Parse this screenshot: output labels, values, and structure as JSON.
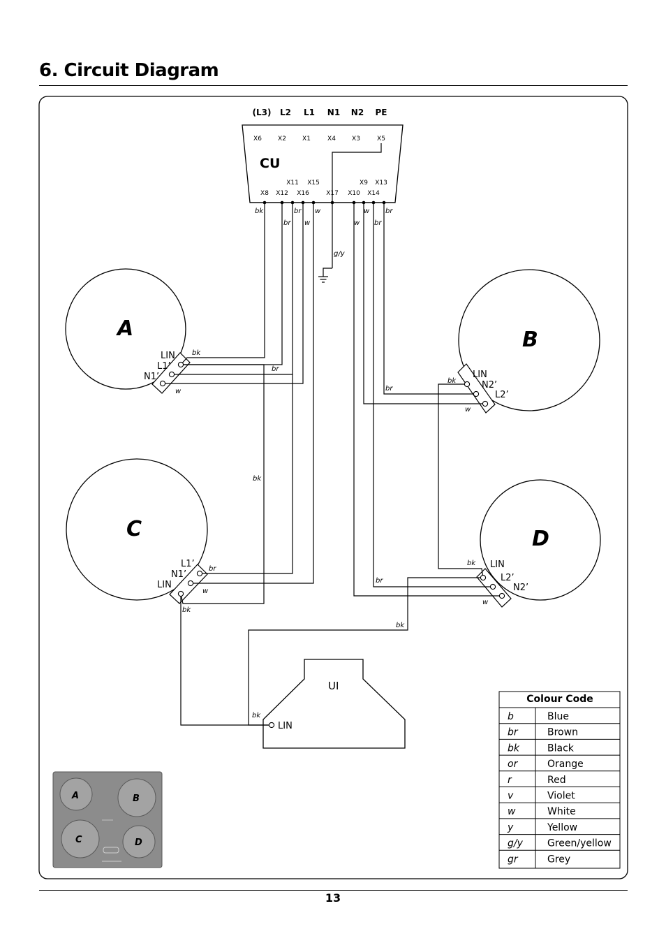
{
  "page": {
    "title": "6.  Circuit Diagram",
    "number": "13"
  },
  "control_unit": {
    "label": "CU",
    "supply_terminals": [
      "(L3)",
      "L2",
      "L1",
      "N1",
      "N2",
      "PE"
    ],
    "top_connectors": [
      "X6",
      "X2",
      "X1",
      "X4",
      "X3",
      "X5"
    ],
    "bottom_connectors_upper": [
      "X11",
      "X15",
      "X9",
      "X13"
    ],
    "bottom_connectors_lower": [
      "X8",
      "X12",
      "X16",
      "X17",
      "X10",
      "X14"
    ]
  },
  "wire_codes": {
    "bk": "bk",
    "br": "br",
    "w": "w",
    "gy": "g/y"
  },
  "zones": {
    "a": {
      "label": "A",
      "t1": "LIN",
      "t2": "L1’",
      "t3": "N1’"
    },
    "b": {
      "label": "B",
      "t1": "LIN",
      "t2": "N2’",
      "t3": "L2’"
    },
    "c": {
      "label": "C",
      "t1": "L1’",
      "t2": "N1’",
      "t3": "LIN"
    },
    "d": {
      "label": "D",
      "t1": "LIN",
      "t2": "L2’",
      "t3": "N2’"
    }
  },
  "user_interface": {
    "label": "UI",
    "terminal": "LIN"
  },
  "legend": {
    "title": "Colour Code",
    "rows": [
      {
        "code": "b",
        "name": "Blue"
      },
      {
        "code": "br",
        "name": "Brown"
      },
      {
        "code": "bk",
        "name": "Black"
      },
      {
        "code": "or",
        "name": "Orange"
      },
      {
        "code": "r",
        "name": "Red"
      },
      {
        "code": "v",
        "name": "Violet"
      },
      {
        "code": "w",
        "name": "White"
      },
      {
        "code": "y",
        "name": "Yellow"
      },
      {
        "code": "g/y",
        "name": "Green/yellow"
      },
      {
        "code": "gr",
        "name": "Grey"
      }
    ]
  },
  "hob_thumbnail": {
    "zone_labels": [
      "A",
      "B",
      "C",
      "D"
    ],
    "colors": {
      "panel": "#8c8c8c",
      "zone": "#a3a3a3",
      "outline": "#5a5a5a"
    }
  }
}
